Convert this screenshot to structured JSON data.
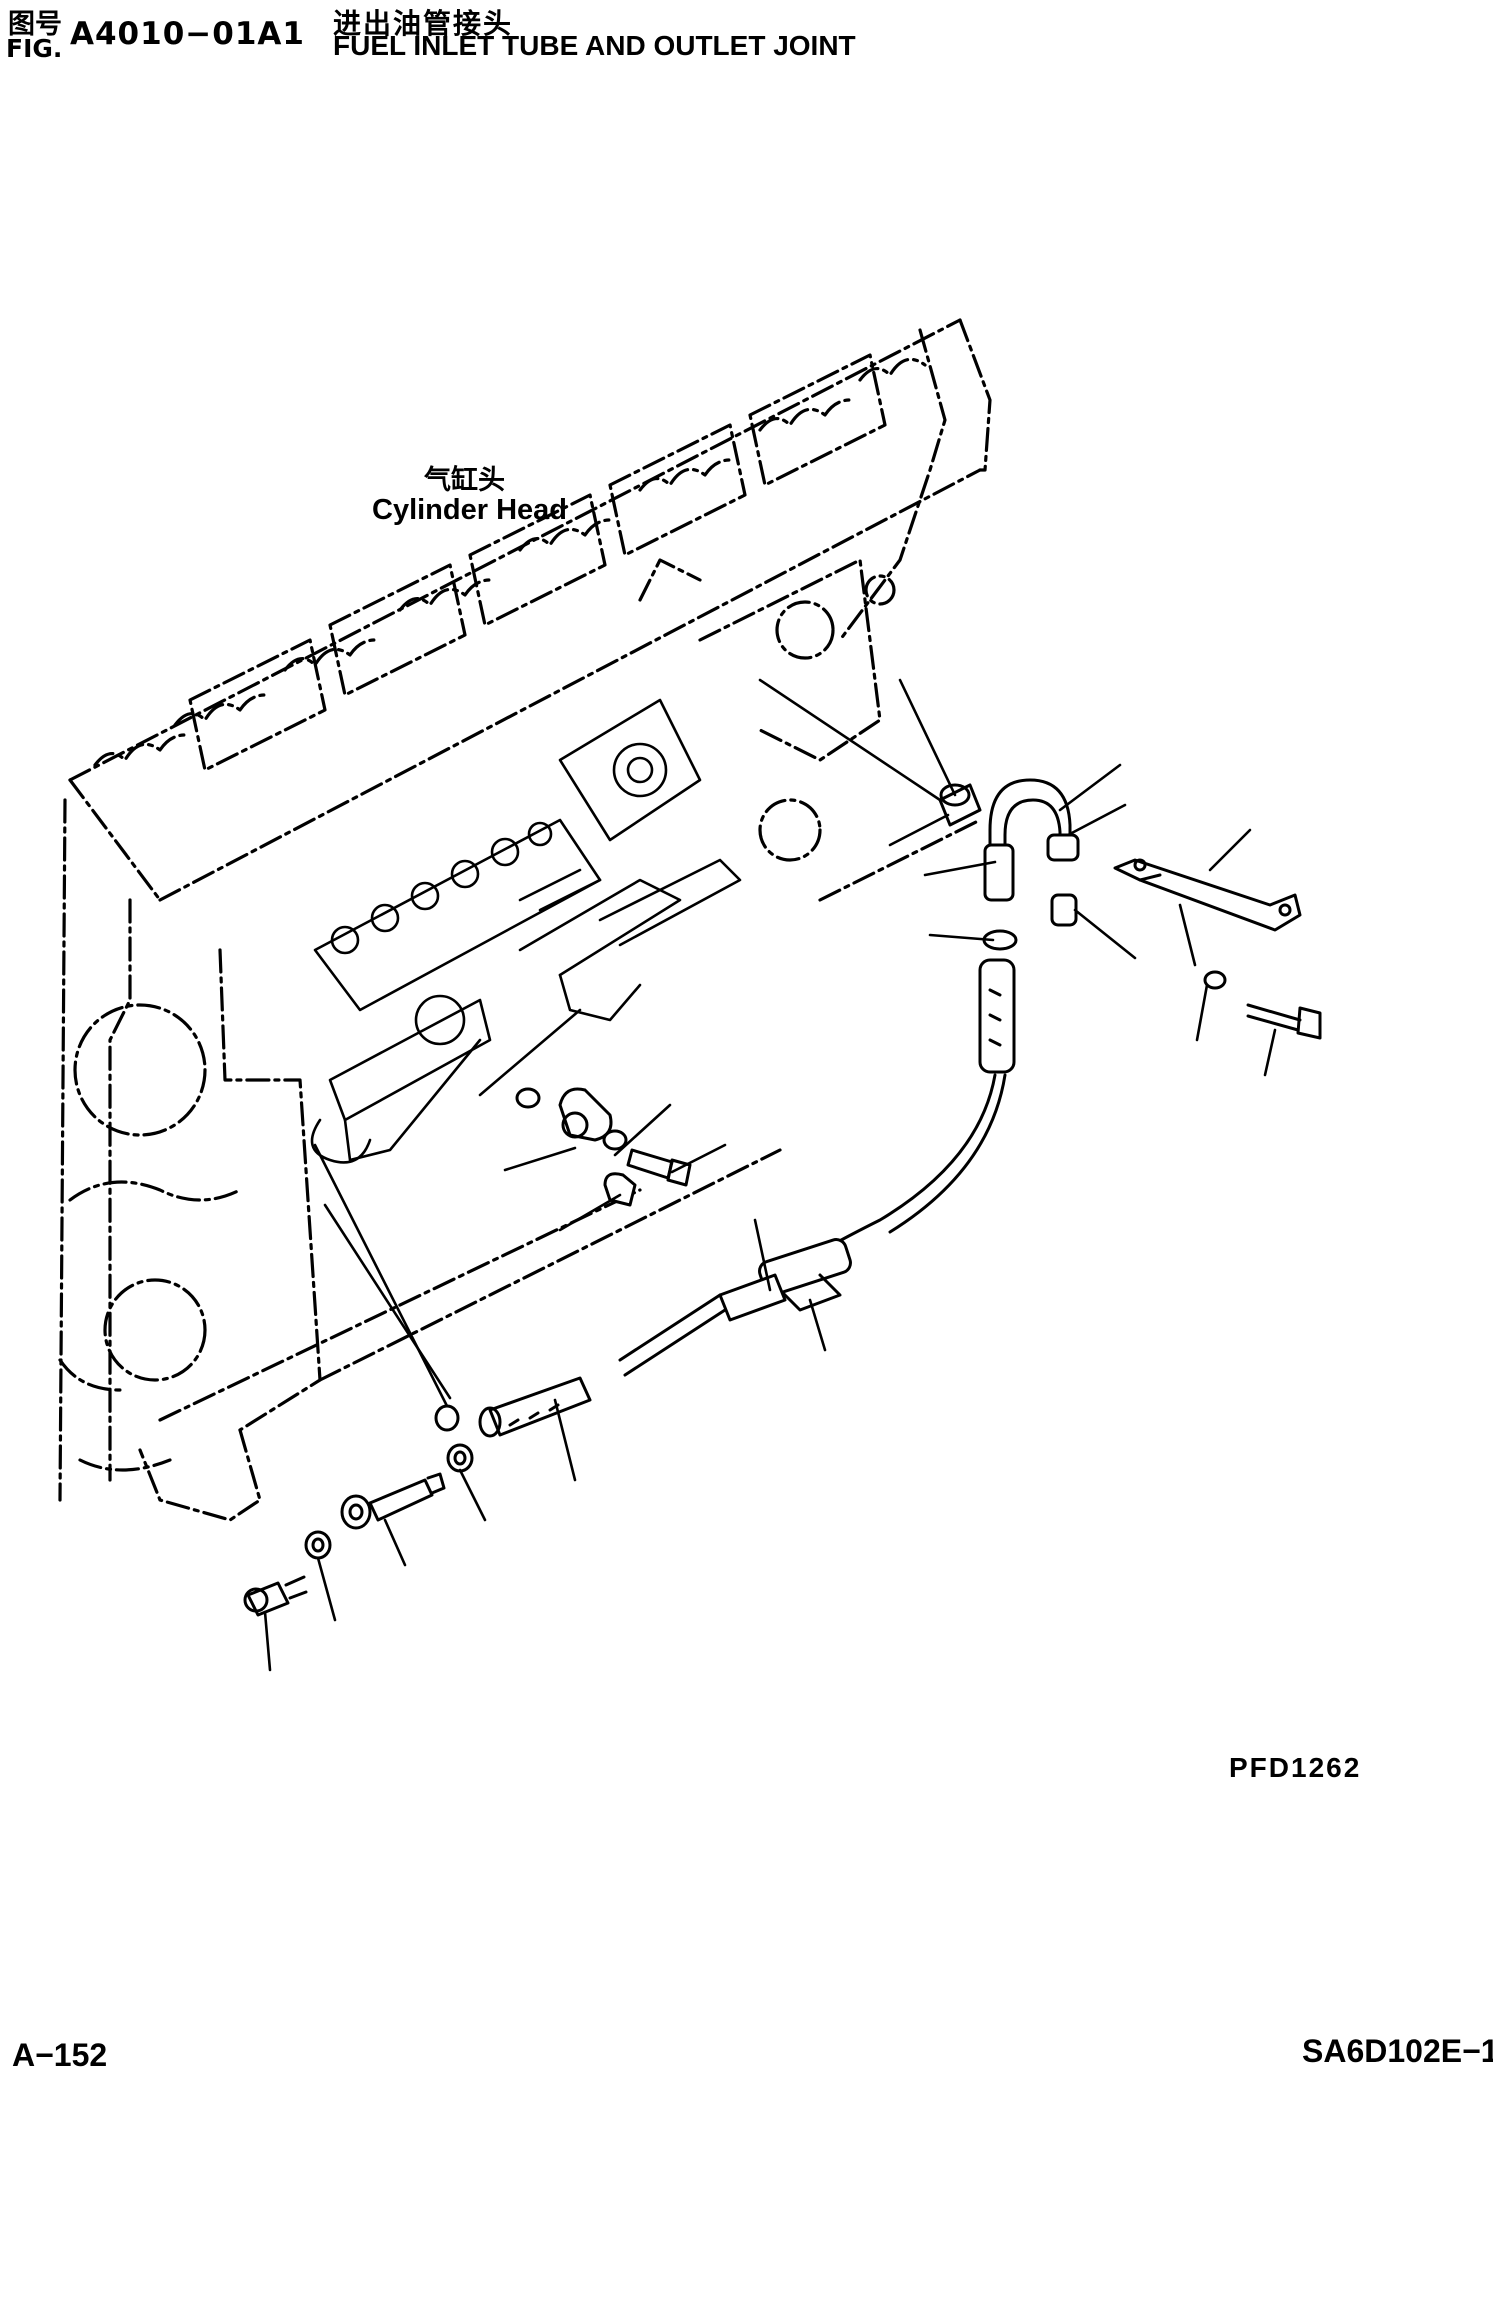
{
  "header": {
    "fig_label_cn": "图号",
    "fig_label_en": "FIG.",
    "fig_number": "A4010−01A1",
    "title_cn": "进出油管接头",
    "title_en": "FUEL INLET TUBE AND OUTLET JOINT"
  },
  "diagram": {
    "component_label_cn": "气缸头",
    "component_label_en": "Cylinder Head",
    "drawing_code": "PFD1262"
  },
  "footer": {
    "page_number": "A−152",
    "model_code": "SA6D102E−1"
  }
}
